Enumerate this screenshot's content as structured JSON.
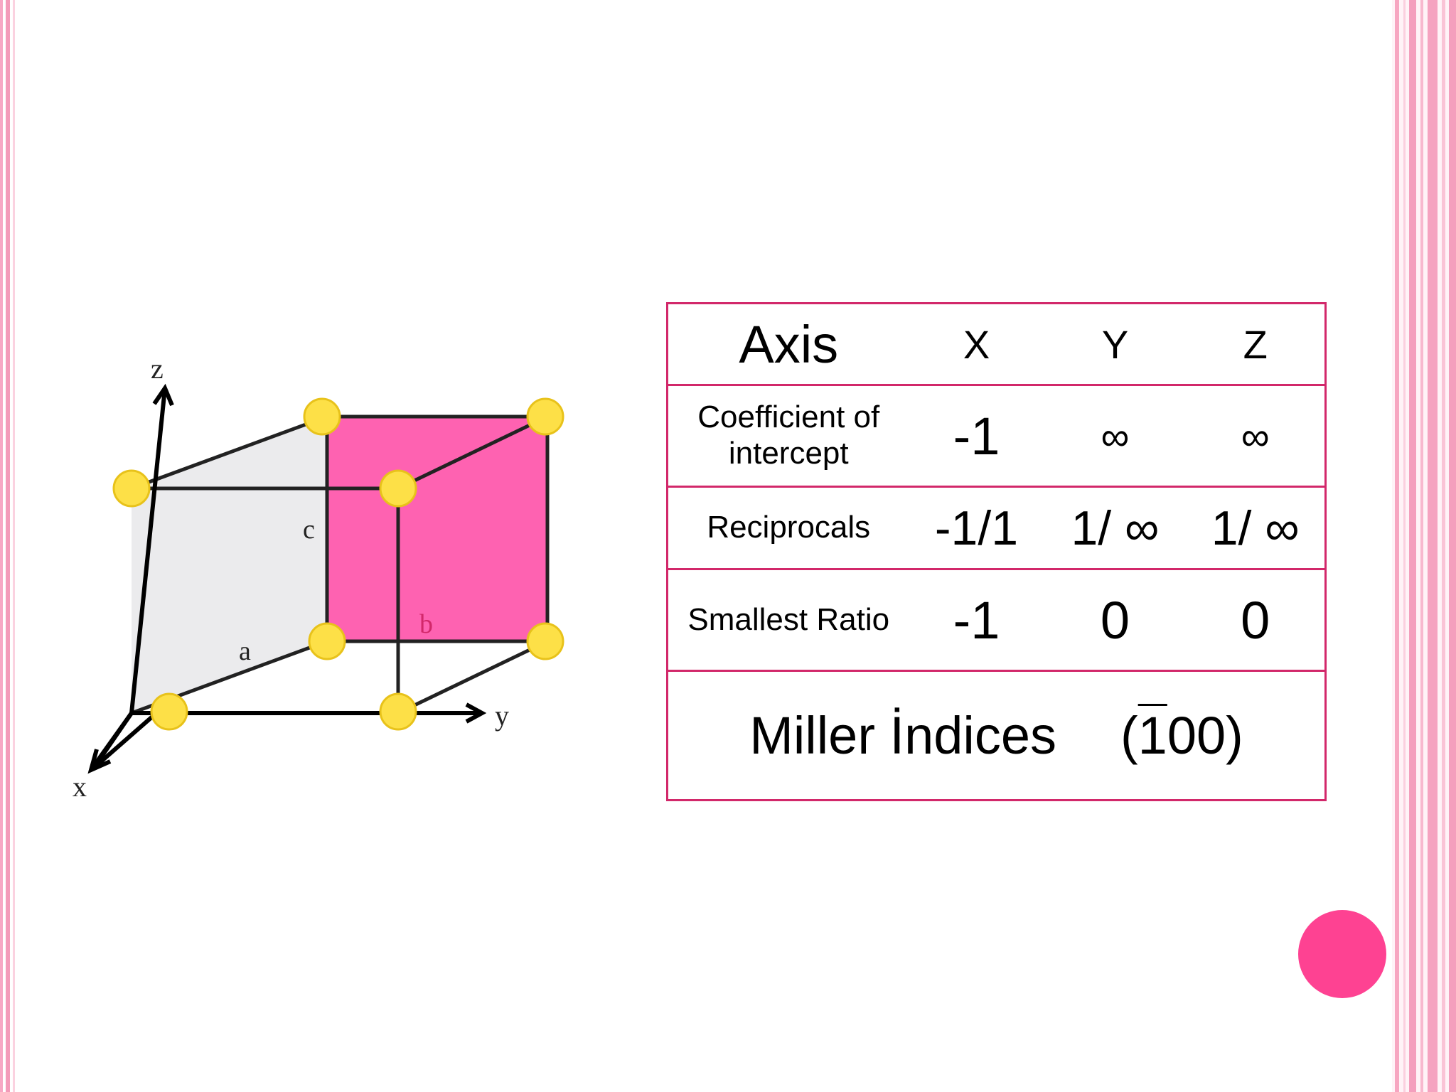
{
  "diagram": {
    "axis_labels": {
      "x": "x",
      "y": "y",
      "z": "z"
    },
    "edge_labels": {
      "a": "a",
      "b": "b",
      "c": "c"
    },
    "colors": {
      "highlight_plane": "#fe62b1",
      "side_face": "#ebebed",
      "atom": "#fde047",
      "atom_outline": "#e8c21a",
      "edge": "#222222"
    }
  },
  "table": {
    "header": {
      "label": "Axis",
      "cols": [
        "X",
        "Y",
        "Z"
      ]
    },
    "rows": [
      {
        "label": "Coefficient of intercept",
        "values": [
          "-1",
          "∞",
          "∞"
        ]
      },
      {
        "label": "Reciprocals",
        "values": [
          "-1/1",
          "1/ ∞",
          "1/ ∞"
        ]
      },
      {
        "label": "Smallest Ratio",
        "values": [
          "-1",
          "0",
          "0"
        ]
      }
    ],
    "miller": {
      "label": "Miller İndices",
      "open": "(",
      "bar_digit": "1",
      "rest": "00",
      "close": ")"
    },
    "border_color": "#d2286a"
  },
  "accent_dot_color": "#fe4292"
}
